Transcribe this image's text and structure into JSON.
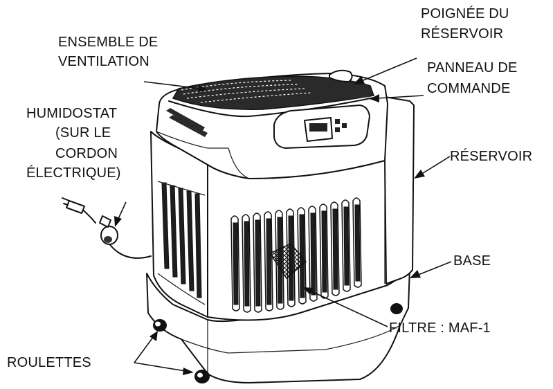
{
  "labels": {
    "ventilation": [
      "ENSEMBLE DE",
      "VENTILATION"
    ],
    "poignee": [
      "POIGNÉE DU",
      "RÉSERVOIR"
    ],
    "panneau": [
      "PANNEAU DE",
      "COMMANDE"
    ],
    "humidostat": [
      "HUMIDOSTAT",
      "(SUR LE",
      "CORDON",
      "ÉLECTRIQUE)"
    ],
    "reservoir": "RÉSERVOIR",
    "base": "BASE",
    "filtre": "FILTRE : MAF-1",
    "roulettes": "ROULETTES"
  }
}
